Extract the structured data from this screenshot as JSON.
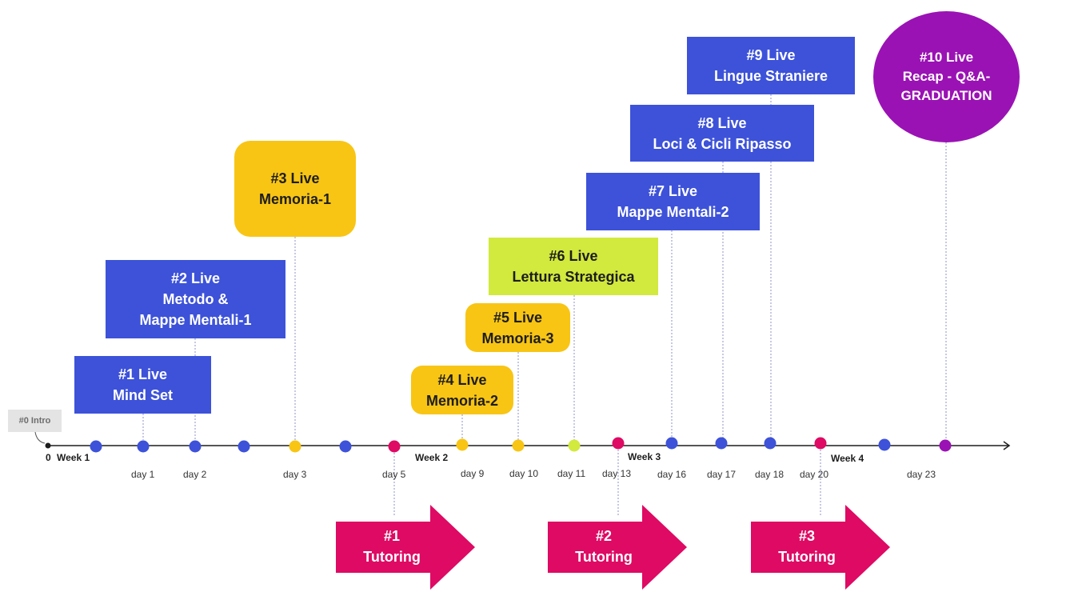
{
  "colors": {
    "blue": "#3d52d9",
    "yellow": "#f8c514",
    "lime": "#d2e93d",
    "magenta": "#de0a63",
    "purple": "#9a12b4"
  },
  "intro_label": "#0 Intro",
  "origin_label": "0",
  "weeks": [
    "Week 1",
    "Week 2",
    "Week 3",
    "Week 4"
  ],
  "days": [
    "day 1",
    "day 2",
    "day 3",
    "day 5",
    "day 9",
    "day 10",
    "day 11",
    "day 13",
    "day 16",
    "day 17",
    "day 18",
    "day 20",
    "day 23"
  ],
  "lives": [
    {
      "number": "#1 Live",
      "lines": [
        "Mind Set"
      ]
    },
    {
      "number": "#2 Live",
      "lines": [
        "Metodo &",
        "Mappe Mentali-1"
      ]
    },
    {
      "number": "#3 Live",
      "lines": [
        "Memoria-1"
      ]
    },
    {
      "number": "#4 Live",
      "lines": [
        "Memoria-2"
      ]
    },
    {
      "number": "#5 Live",
      "lines": [
        "Memoria-3"
      ]
    },
    {
      "number": "#6 Live",
      "lines": [
        "Lettura Strategica"
      ]
    },
    {
      "number": "#7 Live",
      "lines": [
        "Mappe Mentali-2"
      ]
    },
    {
      "number": "#8 Live",
      "lines": [
        "Loci & Cicli Ripasso"
      ]
    },
    {
      "number": "#9 Live",
      "lines": [
        "Lingue Straniere"
      ]
    },
    {
      "number": "#10 Live",
      "lines": [
        "Recap - Q&A-",
        "GRADUATION"
      ]
    }
  ],
  "tutoring": [
    {
      "number": "#1",
      "label": "Tutoring"
    },
    {
      "number": "#2",
      "label": "Tutoring"
    },
    {
      "number": "#3",
      "label": "Tutoring"
    }
  ]
}
